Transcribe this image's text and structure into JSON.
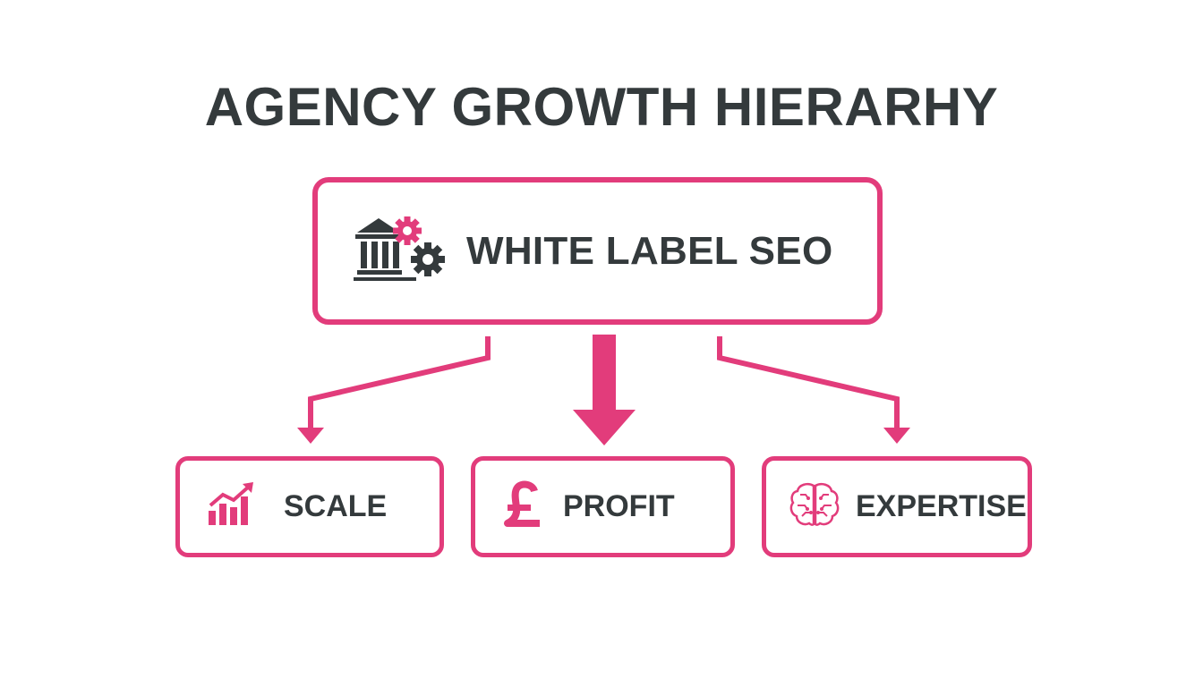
{
  "title": "AGENCY GROWTH HIERARHY",
  "colors": {
    "accent": "#e23c7b",
    "text": "#343a3c",
    "background": "#ffffff"
  },
  "root": {
    "label": "WHITE LABEL SEO",
    "icon": "bank-gears-icon"
  },
  "children": [
    {
      "label": "SCALE",
      "icon": "bar-chart-growth-icon"
    },
    {
      "label": "PROFIT",
      "icon": "pound-sign-icon"
    },
    {
      "label": "EXPERTISE",
      "icon": "brain-circuit-icon"
    }
  ]
}
